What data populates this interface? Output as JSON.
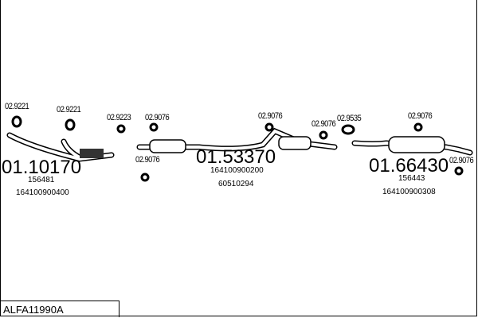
{
  "title": "ALFA11990A",
  "parts": [
    {
      "number": "01.10170",
      "refs": [
        "156481",
        "164100900400"
      ]
    },
    {
      "number": "01.53370",
      "refs": [
        "164100900200",
        "60510294"
      ]
    },
    {
      "number": "01.66430",
      "refs": [
        "156443",
        "164100900308"
      ]
    }
  ],
  "fittings": [
    "02.9221",
    "02.9221",
    "02.9223",
    "02.9076",
    "02.9076",
    "02.9076",
    "02.9076",
    "02.9535",
    "02.9076",
    "02.9076"
  ]
}
